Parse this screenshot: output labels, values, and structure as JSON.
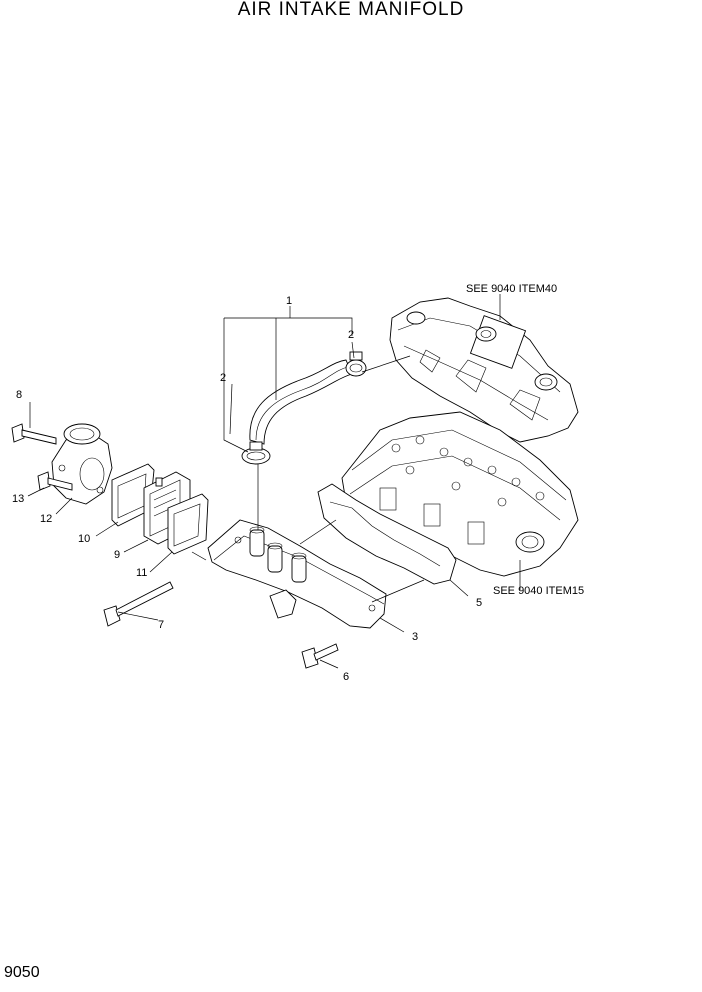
{
  "title": "AIR INTAKE MANIFOLD",
  "page_number": "9050",
  "references": {
    "head_cover": "SEE 9040 ITEM40",
    "cylinder_head": "SEE 9040 ITEM15"
  },
  "callouts": {
    "c1": "1",
    "c2a": "2",
    "c2b": "2",
    "c3": "3",
    "c5": "5",
    "c6": "6",
    "c7": "7",
    "c8": "8",
    "c9": "9",
    "c10": "10",
    "c11": "11",
    "c12": "12",
    "c13": "13"
  }
}
